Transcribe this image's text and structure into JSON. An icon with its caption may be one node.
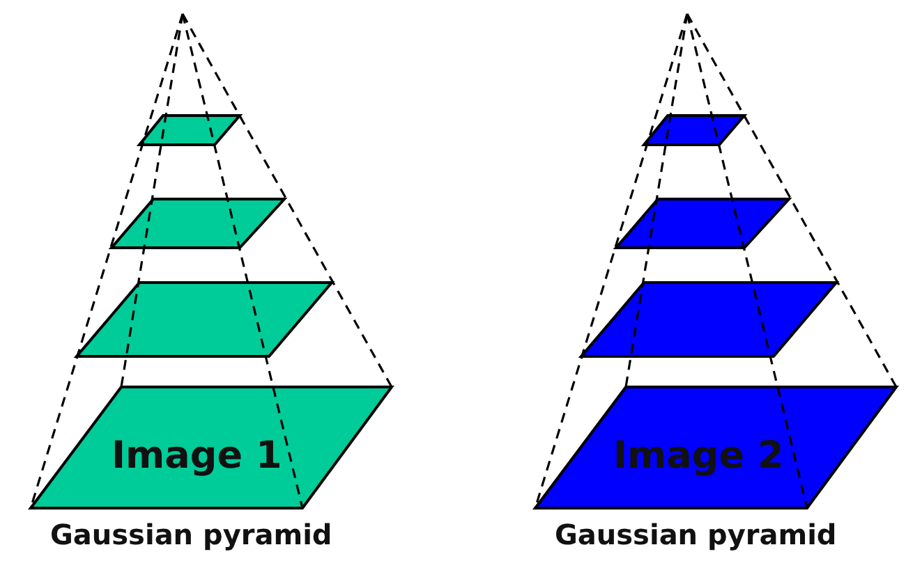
{
  "diagram": {
    "nodes": [
      {
        "text": [],
        "shape": "parallelogram"
      },
      {
        "text": [],
        "shape": "parallelogram"
      },
      {
        "text": [],
        "shape": "parallelogram"
      },
      {
        "text": [
          "Image 1"
        ]
      },
      {
        "text": [],
        "shape": "parallelogram"
      },
      {
        "text": [],
        "shape": "parallelogram"
      },
      {
        "text": [],
        "shape": "parallelogram"
      },
      {
        "text": [
          "Image 2"
        ]
      }
    ],
    "labels": [
      "Gaussian pyramid",
      "Gaussian pyramid"
    ]
  }
}
